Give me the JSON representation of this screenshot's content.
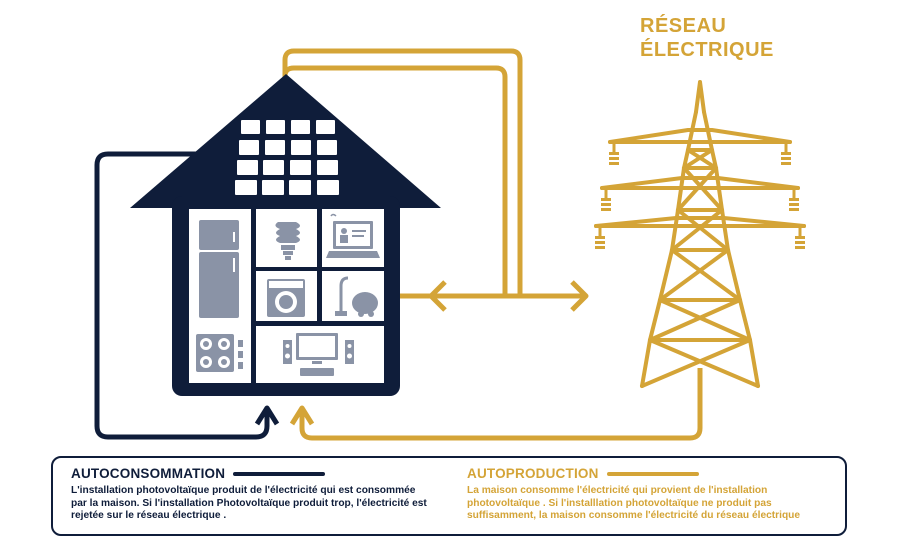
{
  "colors": {
    "navy": "#0f1d3a",
    "gold": "#d4a437",
    "appliance_grey": "#8a93a6",
    "background": "#ffffff"
  },
  "grid": {
    "title_line1": "RÉSEAU",
    "title_line2": "ÉLECTRIQUE"
  },
  "house": {
    "rooms": [
      "refrigerator-icon",
      "light-bulb-icon",
      "computer-icon",
      "washing-machine-icon",
      "vacuum-cleaner-icon",
      "stove-icon",
      "tv-speakers-icon"
    ]
  },
  "legend": {
    "autoconsommation": {
      "title": "AUTOCONSOMMATION",
      "text": "L'installation photovoltaïque  produit de l'électricité qui est consommée par la maison. Si l'installation Photovoltaïque produit trop, l'électricité est rejetée sur le réseau électrique ."
    },
    "autoproduction": {
      "title": "AUTOPRODUCTION",
      "text": "La maison consomme l'électricité qui provient de l'installation photovoltaïque . Si l'installlation photovoltaïque ne produit pas suffisamment, la maison consomme l'électricité du réseau électrique"
    }
  }
}
